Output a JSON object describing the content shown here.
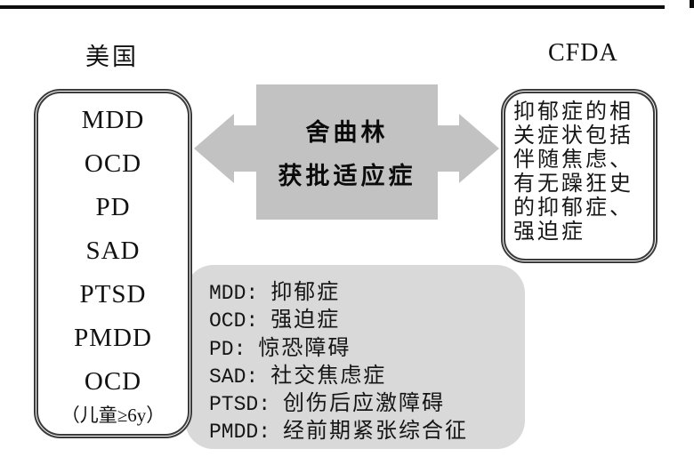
{
  "region_labels": {
    "left": "美国",
    "right": "CFDA"
  },
  "us_box": {
    "items": [
      "MDD",
      "OCD",
      "PD",
      "SAD",
      "PTSD",
      "PMDD",
      "OCD"
    ],
    "note": "（儿童≥6y）"
  },
  "center_arrow": {
    "drug_name": "舍曲林",
    "approval_text": "获批适应症"
  },
  "cfda_box": {
    "lines": [
      "抑郁症的相",
      "关症状包括",
      "伴随焦虑、",
      "有无躁狂史",
      "的抑郁症、",
      "强迫症"
    ],
    "full_text": "抑郁症的相关症状包括伴随焦虑、有无躁狂史的抑郁症、强迫症"
  },
  "legend": {
    "entries": [
      {
        "abbr": "MDD:",
        "term": "抑郁症"
      },
      {
        "abbr": "OCD:",
        "term": "强迫症"
      },
      {
        "abbr": "PD:",
        "term": "惊恐障碍"
      },
      {
        "abbr": "SAD:",
        "term": "社交焦虑症"
      },
      {
        "abbr": "PTSD:",
        "term": "创伤后应激障碍"
      },
      {
        "abbr": "PMDD:",
        "term": "经前期紧张综合征"
      }
    ]
  },
  "colors": {
    "arrow_fill": "#c2c2c2",
    "legend_fill": "#d9d9d9",
    "box_border": "#3b3b3b",
    "text": "#111111"
  }
}
